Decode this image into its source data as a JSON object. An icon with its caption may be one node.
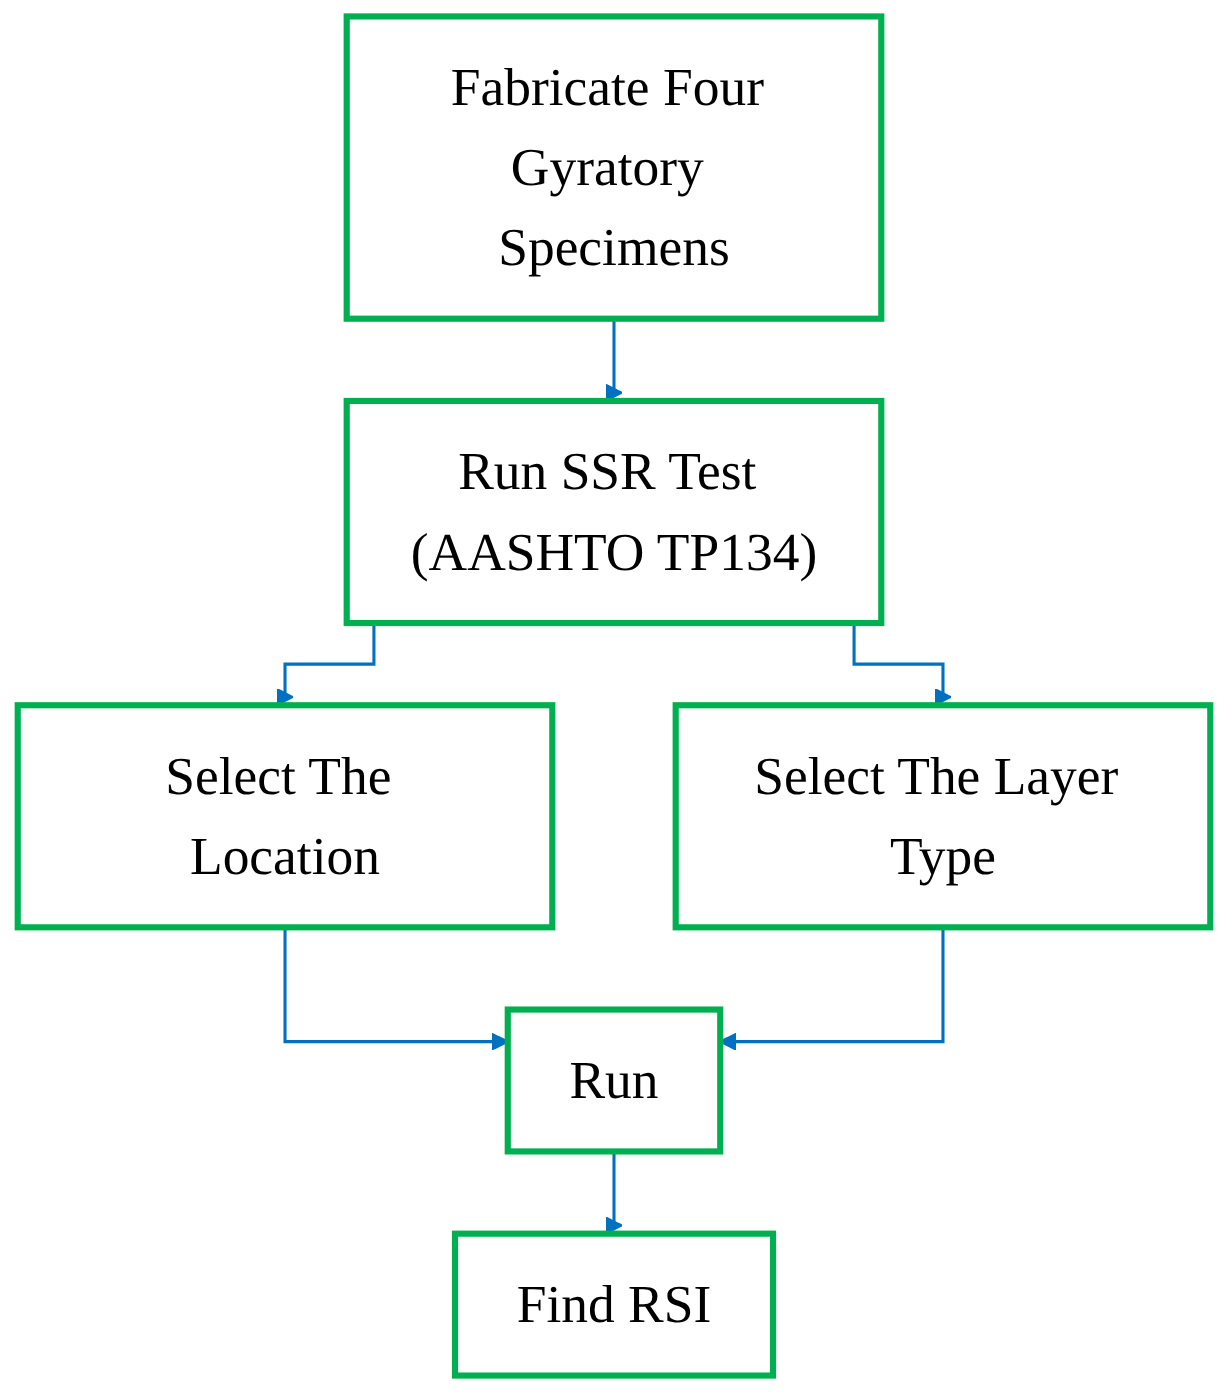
{
  "diagram": {
    "nodes": [
      {
        "text": [
          "Fabricate Four Gyratory Specimens"
        ]
      },
      {
        "text": [
          "Run SSR Test (AASHTO TP134)"
        ]
      },
      {
        "text": [
          "Select The Location"
        ]
      },
      {
        "text": [
          "Select The Layer Type"
        ]
      },
      {
        "text": [
          "Run"
        ]
      },
      {
        "text": [
          "Find RSI"
        ]
      }
    ],
    "edges": [
      {
        "from": 0,
        "to": 1,
        "arrow": "to"
      },
      {
        "from": 1,
        "to": 2,
        "arrow": "to"
      },
      {
        "from": 1,
        "to": 3,
        "arrow": "to"
      },
      {
        "from": 2,
        "to": 4,
        "arrow": "to"
      },
      {
        "from": 3,
        "to": 4,
        "arrow": "to"
      },
      {
        "from": 4,
        "to": 5,
        "arrow": "to"
      }
    ]
  }
}
